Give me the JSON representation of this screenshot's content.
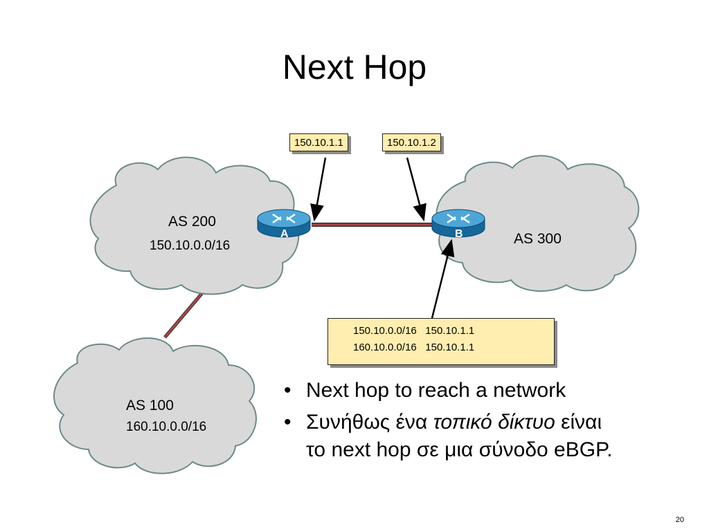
{
  "title": "Next Hop",
  "ip_labels": {
    "a": "150.10.1.1",
    "b": "150.10.1.2"
  },
  "clouds": {
    "as200": {
      "name": "AS 200",
      "network": "150.10.0.0/16"
    },
    "as300": {
      "name": "AS 300"
    },
    "as100": {
      "name": "AS 100",
      "network": "160.10.0.0/16"
    }
  },
  "routers": {
    "a": "A",
    "b": "B"
  },
  "routing_table": [
    {
      "network": "150.10.0.0/16",
      "next_hop": "150.10.1.1"
    },
    {
      "network": "160.10.0.0/16",
      "next_hop": "150.10.1.1"
    }
  ],
  "bullets": {
    "b1": "Next hop to reach a network",
    "b2_prefix": "Συνήθως ένα ",
    "b2_italic": "τοπικό δίκτυο",
    "b2_rest": " είναι",
    "b2_line2": "το next hop σε μια σύνοδο eBGP."
  },
  "bullet_char": "•",
  "page_number": "20",
  "colors": {
    "cloud_fill": "#d9d9d9",
    "cloud_stroke": "#6b8a8a",
    "link": "#a94442",
    "label_fill": "#ffeeb0",
    "router": "#1f7fb5"
  }
}
